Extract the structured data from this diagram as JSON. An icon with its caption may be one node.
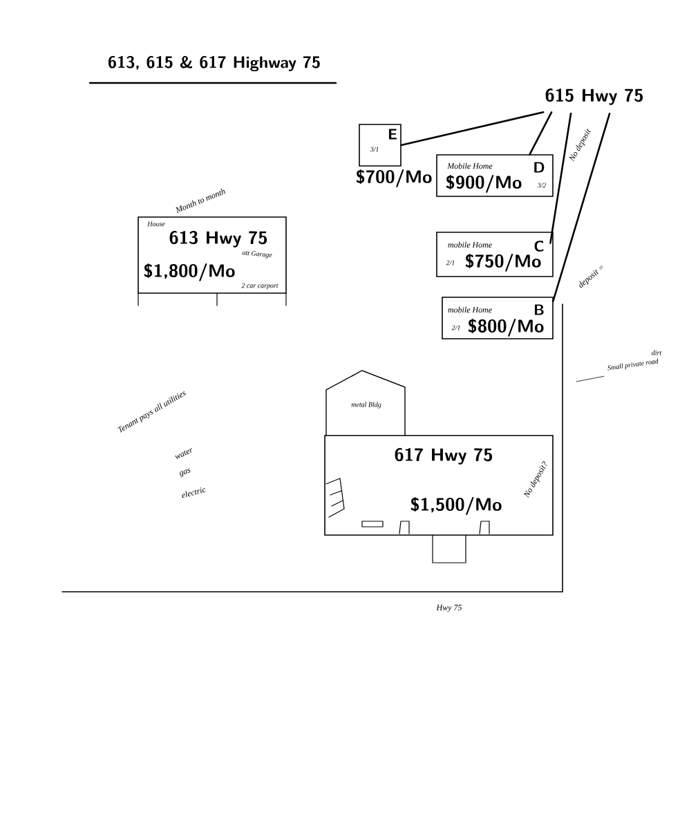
{
  "diagram": {
    "title": "613, 615 & 617 Highway 75",
    "nodes": [
      {
        "text": [
          "615 Hwy 75"
        ]
      },
      {
        "text": [
          "E",
          "3/1"
        ],
        "beside": [
          "$700/Mo"
        ]
      },
      {
        "text": [
          "Mobile Home",
          "D",
          "$900/Mo",
          "3/2"
        ]
      },
      {
        "text": [
          "mobile Home",
          "C",
          "2/1",
          "$750/Mo"
        ]
      },
      {
        "text": [
          "mobile Home",
          "B",
          "2/1",
          "$800/Mo"
        ]
      },
      {
        "text": [
          "House",
          "613 Hwy 75",
          "att Garage",
          "$1,800/Mo",
          "2 car carport"
        ]
      },
      {
        "text": [
          "metal Bldg"
        ]
      },
      {
        "text": [
          "617 Hwy 75",
          "$1,500/Mo",
          "No deposit?"
        ]
      },
      {
        "text": [
          "Small private road"
        ]
      }
    ],
    "edges": [
      {
        "from": 0,
        "to": 1,
        "arrow": "none"
      },
      {
        "from": 0,
        "to": 2,
        "arrow": "none"
      },
      {
        "from": 0,
        "to": 3,
        "arrow": "none"
      },
      {
        "from": 0,
        "to": 4,
        "arrow": "none"
      },
      {
        "from": 8,
        "to": null,
        "arrow": "none"
      }
    ],
    "labels": [
      "Month to month",
      "No deposit",
      "deposit =",
      "dirt",
      "Tenant pays all utilities",
      "water",
      "gas",
      "electric",
      "Hwy 75"
    ]
  }
}
